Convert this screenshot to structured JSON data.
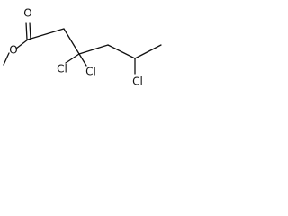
{
  "molecule": {
    "atoms": {
      "carbonyl_oxygen": "O",
      "ester_oxygen": "O",
      "chlorine_1": "Cl",
      "chlorine_2": "Cl",
      "chlorine_3": "Cl"
    }
  }
}
